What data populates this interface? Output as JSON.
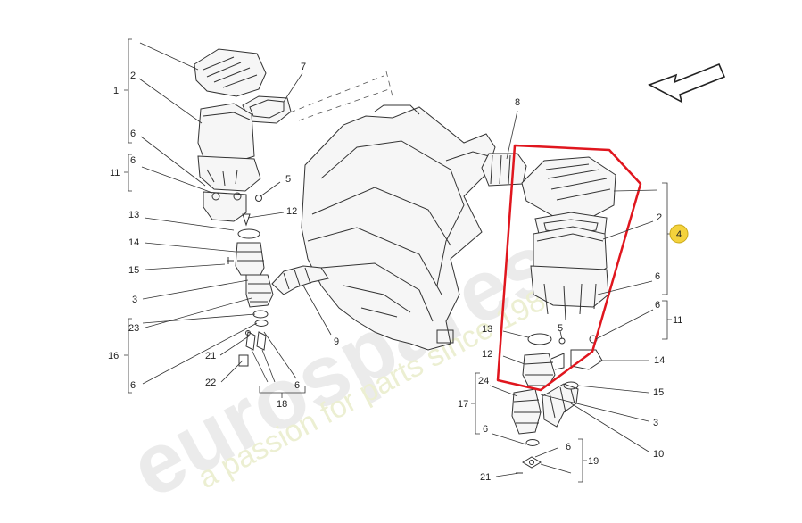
{
  "watermark": {
    "brand": "eurospares",
    "tagline": "a passion for parts since 1985"
  },
  "callout": {
    "label": "4",
    "color": "#f4d23c"
  },
  "highlight_color": "#e0161e",
  "labels_left": {
    "l1": "1",
    "l2": "2",
    "l7": "7",
    "l6a": "6",
    "l11": "11",
    "l6b": "6",
    "l5": "5",
    "l13": "13",
    "l12": "12",
    "l14": "14",
    "l15": "15",
    "l3": "3",
    "l23": "23",
    "l16": "16",
    "l6c": "6",
    "l21": "21",
    "l22": "22",
    "l6d": "6",
    "l18": "18",
    "l9": "9"
  },
  "labels_right": {
    "r8": "8",
    "r2": "2",
    "r6a": "6",
    "r6b": "6",
    "r11": "11",
    "r13": "13",
    "r5": "5",
    "r12": "12",
    "r14": "14",
    "r24": "24",
    "r15": "15",
    "r17": "17",
    "r3": "3",
    "r6c": "6",
    "r6d": "6",
    "r10": "10",
    "r19": "19",
    "r21": "21"
  }
}
